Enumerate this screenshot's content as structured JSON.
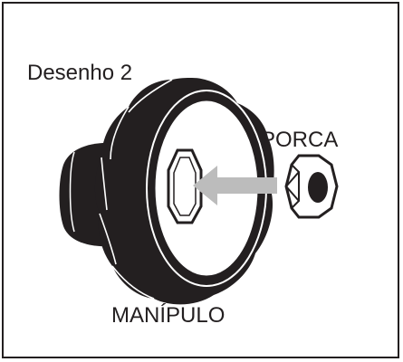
{
  "diagram": {
    "title": "Desenho 2",
    "nut_label": "PORCA",
    "knob_label": "MANÍPULO"
  },
  "colors": {
    "ink": "#231f20",
    "arrow": "#bcbcbc",
    "background": "#ffffff"
  },
  "icons": {
    "knob": "knurled-knob-icon",
    "nut": "hex-nut-icon",
    "arrow": "insert-arrow-icon"
  }
}
